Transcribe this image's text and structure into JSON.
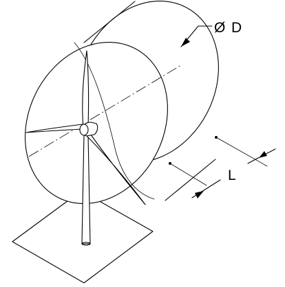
{
  "labels": {
    "diameter_symbol": "Ø",
    "diameter": "D",
    "length": "L"
  }
}
